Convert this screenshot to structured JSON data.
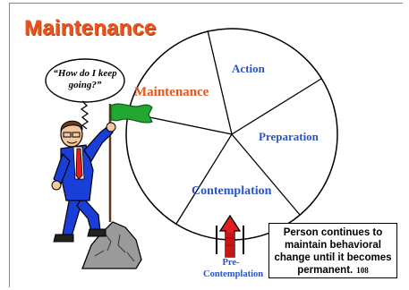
{
  "slide": {
    "title": "Maintenance",
    "speech_bubble": "“How do I keep going?”",
    "wheel": {
      "stages": [
        {
          "label": "Action"
        },
        {
          "label": "Preparation"
        },
        {
          "label": "Contemplation"
        },
        {
          "label": "Maintenance"
        }
      ],
      "entry_label_line1": "Pre-",
      "entry_label_line2": "Contemplation"
    },
    "note": {
      "line1": "Person continues to",
      "line2": "maintain behavioral",
      "line3": "change until it becomes",
      "line4": "permanent.",
      "page_number": "108"
    },
    "colors": {
      "title": "#e8541c",
      "stage_text": "#2a55c8",
      "arrow": "#e02020",
      "flag": "#22a832",
      "suit": "#1a3fd8"
    }
  }
}
